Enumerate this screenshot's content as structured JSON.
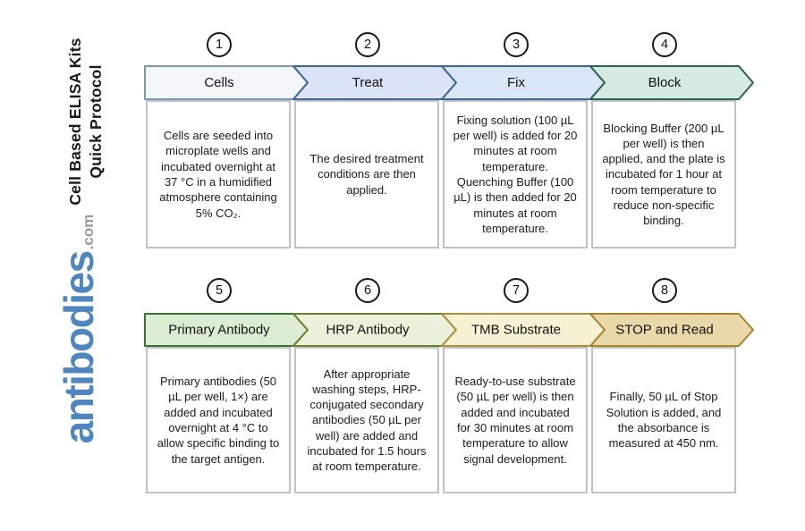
{
  "page": {
    "background": "#ffffff"
  },
  "sidebar": {
    "title_line1": "Cell Based ELISA Kits",
    "title_line2": "Quick Protocol",
    "logo_text": "antibodies",
    "logo_suffix": ".com",
    "logo_color": "#4f86be",
    "logo_suffix_color": "#9a9a9a"
  },
  "diagram": {
    "rows": [
      {
        "steps": [
          {
            "number": "1",
            "label": "Cells",
            "fill": "#f3f7fb",
            "stroke": "#7a94b6",
            "description": "Cells are seeded into microplate wells and incubated overnight at 37 °C in a humidified atmosphere containing 5% CO₂."
          },
          {
            "number": "2",
            "label": "Treat",
            "fill": "#dce3f7",
            "stroke": "#3e6597",
            "description": "The desired treatment conditions are then applied."
          },
          {
            "number": "3",
            "label": "Fix",
            "fill": "#d8e6f6",
            "stroke": "#3e6597",
            "description": "Fixing solution (100 µL per well) is added for 20 minutes at room temperature. Quenching Buffer (100 µL) is then added for 20 minutes at room temperature."
          },
          {
            "number": "4",
            "label": "Block",
            "fill": "#d5ebe2",
            "stroke": "#2c6053",
            "description": "Blocking Buffer (200 µL per well) is then applied, and the plate is incubated for 1 hour at room temperature to reduce non-specific binding."
          }
        ]
      },
      {
        "steps": [
          {
            "number": "5",
            "label": "Primary Antibody",
            "fill": "#dbecd3",
            "stroke": "#3c7033",
            "description": "Primary antibodies (50 µL per well, 1×) are added and incubated overnight at 4 °C to allow specific binding to the target antigen."
          },
          {
            "number": "6",
            "label": "HRP Antibody",
            "fill": "#eaf1d8",
            "stroke": "#6f7c34",
            "description": "After appropriate washing steps, HRP-conjugated secondary antibodies (50 µL per well) are added and incubated for 1.5 hours at room temperature."
          },
          {
            "number": "7",
            "label": "TMB Substrate",
            "fill": "#f7f2d4",
            "stroke": "#ae8e41",
            "description": "Ready-to-use substrate (50 µL per well) is then added and incubated for 30 minutes at room temperature to allow signal development."
          },
          {
            "number": "8",
            "label": "STOP and Read",
            "fill": "#e9d8a8",
            "stroke": "#a28431",
            "description": "Finally, 50 µL of Stop Solution is added, and the absorbance is measured at 450 nm."
          }
        ]
      }
    ]
  }
}
